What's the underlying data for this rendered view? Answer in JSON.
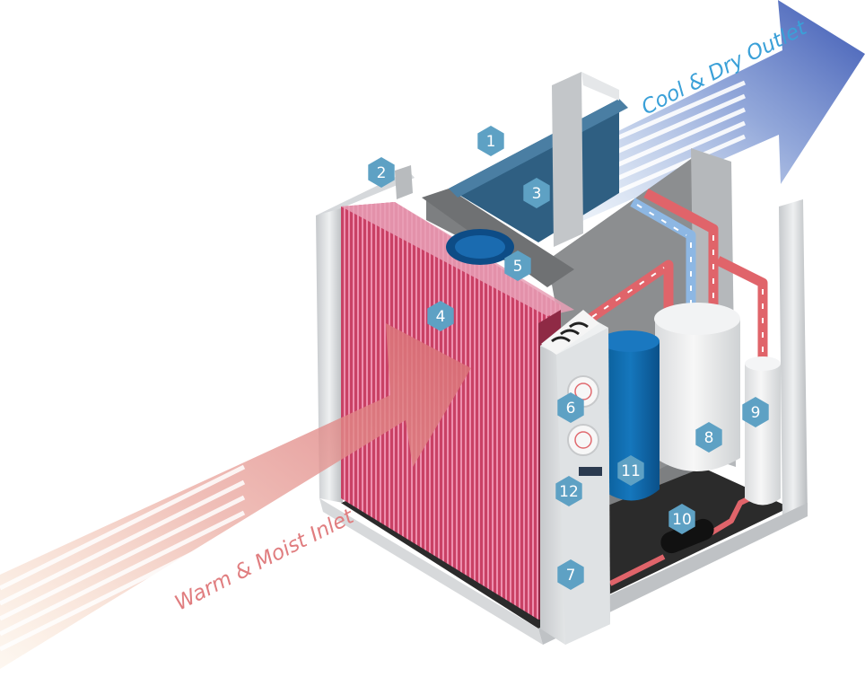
{
  "labels": {
    "inlet": "Warm & Moist Inlet",
    "outlet": "Cool & Dry Outlet"
  },
  "colors": {
    "inlet_text": "#e07d7f",
    "outlet_text": "#3aa0d8",
    "marker_fill": "#5ea1c4",
    "coil_red": "#c83a5a",
    "tank_blue": "#0d69a8",
    "pipe_red": "#e0646a",
    "pipe_blue": "#8db7e3"
  },
  "markers": [
    {
      "id": "m1",
      "number": "1"
    },
    {
      "id": "m2",
      "number": "2"
    },
    {
      "id": "m3",
      "number": "3"
    },
    {
      "id": "m4",
      "number": "4"
    },
    {
      "id": "m5",
      "number": "5"
    },
    {
      "id": "m6",
      "number": "6"
    },
    {
      "id": "m7",
      "number": "7"
    },
    {
      "id": "m8",
      "number": "8"
    },
    {
      "id": "m9",
      "number": "9"
    },
    {
      "id": "m10",
      "number": "10"
    },
    {
      "id": "m11",
      "number": "11"
    },
    {
      "id": "m12",
      "number": "12"
    }
  ]
}
